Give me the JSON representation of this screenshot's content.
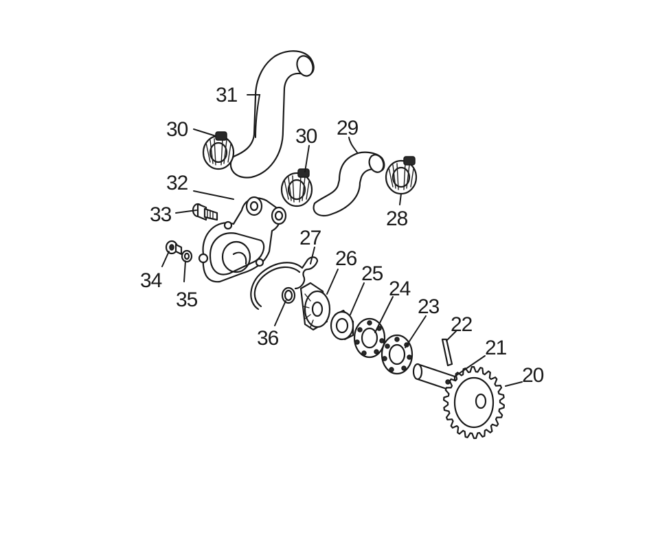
{
  "diagram": {
    "parts": [
      {
        "id": "20",
        "label": "20",
        "icon": "gear-icon"
      },
      {
        "id": "21",
        "label": "21",
        "icon": "shaft-icon"
      },
      {
        "id": "22",
        "label": "22",
        "icon": "pin-icon"
      },
      {
        "id": "23",
        "label": "23",
        "icon": "bearing-icon"
      },
      {
        "id": "24",
        "label": "24",
        "icon": "bearing-icon"
      },
      {
        "id": "25",
        "label": "25",
        "icon": "seal-icon"
      },
      {
        "id": "26",
        "label": "26",
        "icon": "impeller-icon"
      },
      {
        "id": "27",
        "label": "27",
        "icon": "gasket-icon"
      },
      {
        "id": "28",
        "label": "28",
        "icon": "hose-clamp-icon"
      },
      {
        "id": "29",
        "label": "29",
        "icon": "hose-icon"
      },
      {
        "id": "30a",
        "label": "30",
        "icon": "hose-clamp-icon"
      },
      {
        "id": "30b",
        "label": "30",
        "icon": "hose-clamp-icon"
      },
      {
        "id": "31",
        "label": "31",
        "icon": "hose-icon"
      },
      {
        "id": "32",
        "label": "32",
        "icon": "pump-cover-icon"
      },
      {
        "id": "33",
        "label": "33",
        "icon": "bolt-icon"
      },
      {
        "id": "34",
        "label": "34",
        "icon": "drain-screw-icon"
      },
      {
        "id": "35",
        "label": "35",
        "icon": "washer-icon"
      },
      {
        "id": "36",
        "label": "36",
        "icon": "o-ring-icon"
      }
    ]
  }
}
